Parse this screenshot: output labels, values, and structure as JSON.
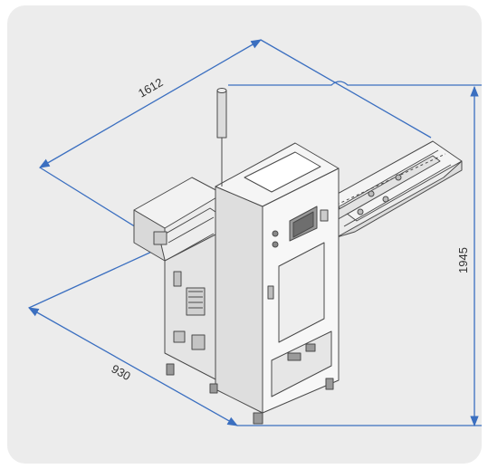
{
  "dimensions": {
    "length": "1612",
    "width": "930",
    "height": "1945"
  },
  "colors": {
    "background_panel": "#ececec",
    "dimension_line": "#3b6fc0",
    "machine_body": "#f7f7f7",
    "machine_outline": "#4a4a4a",
    "machine_shadow": "#d6d6d6"
  }
}
